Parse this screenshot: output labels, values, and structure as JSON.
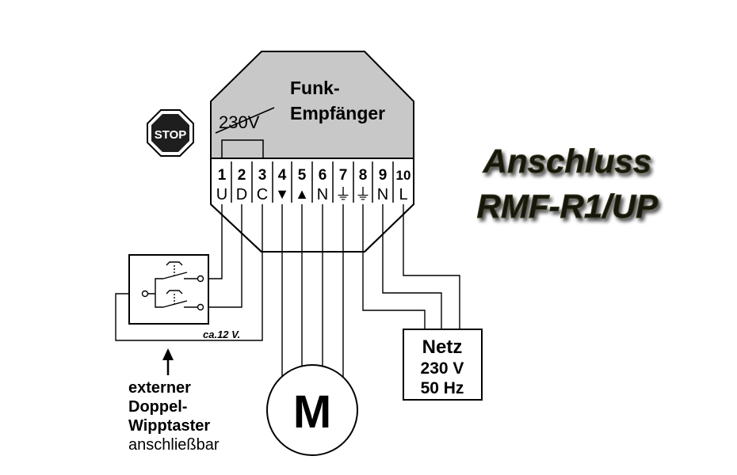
{
  "module": {
    "title_line1": "Funk-",
    "title_line2": "Empfänger",
    "voltage_crossed": "230V",
    "terminals": [
      {
        "number": "1",
        "label": "U"
      },
      {
        "number": "2",
        "label": "D"
      },
      {
        "number": "3",
        "label": "C"
      },
      {
        "number": "4",
        "label": "▼"
      },
      {
        "number": "5",
        "label": "▲"
      },
      {
        "number": "6",
        "label": "N"
      },
      {
        "number": "7",
        "label": "⏚"
      },
      {
        "number": "8",
        "label": "⏚"
      },
      {
        "number": "9",
        "label": "N"
      },
      {
        "number": "10",
        "label": "L"
      }
    ]
  },
  "stop_sign": {
    "label": "STOP"
  },
  "heading": {
    "line1": "Anschluss",
    "line2": "RMF-R1/UP"
  },
  "switch": {
    "voltage_note": "ca.12 V."
  },
  "switch_caption": {
    "line1": "externer",
    "line2": "Doppel-",
    "line3": "Wipptaster",
    "line4": "anschließbar"
  },
  "motor": {
    "label": "M"
  },
  "mains": {
    "line1": "Netz",
    "line2": "230 V",
    "line3": "50 Hz"
  },
  "colors": {
    "module_fill": "#c8c8c8",
    "stroke": "#000000",
    "title_shadow": "#4a4a2a"
  }
}
